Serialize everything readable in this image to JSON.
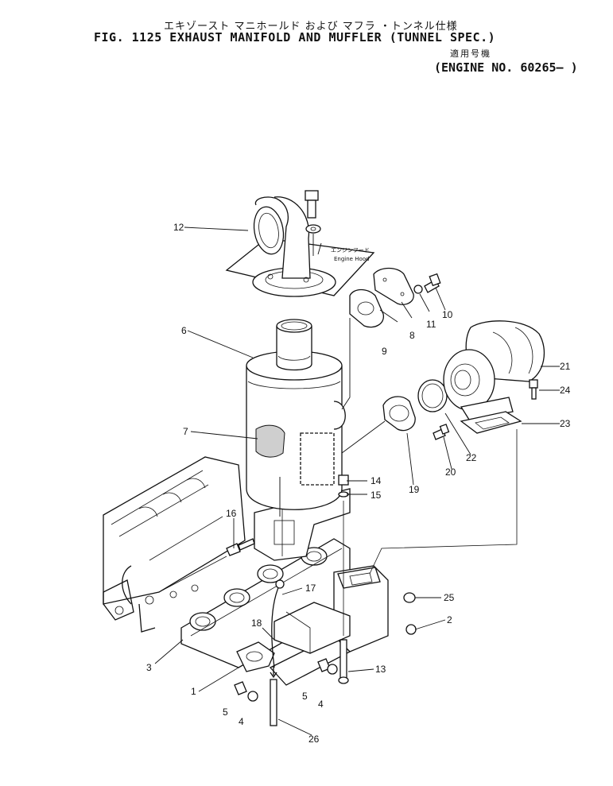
{
  "header": {
    "title_jp": "エキゾースト マニホールド および マフラ ・トンネル仕様",
    "title_en": "FIG. 1125  EXHAUST MANIFOLD AND MUFFLER (TUNNEL SPEC.)",
    "applicability_jp": "適用号機",
    "applicability_en": "(ENGINE NO. 60265– )"
  },
  "annotations": {
    "engine_hood_jp": "エンジンフード",
    "engine_hood_en": "Engine Hood"
  },
  "callouts": [
    "1",
    "2",
    "3",
    "4",
    "4",
    "5",
    "5",
    "6",
    "7",
    "8",
    "9",
    "10",
    "11",
    "12",
    "13",
    "14",
    "15",
    "16",
    "17",
    "18",
    "19",
    "20",
    "21",
    "22",
    "23",
    "24",
    "25",
    "26"
  ]
}
